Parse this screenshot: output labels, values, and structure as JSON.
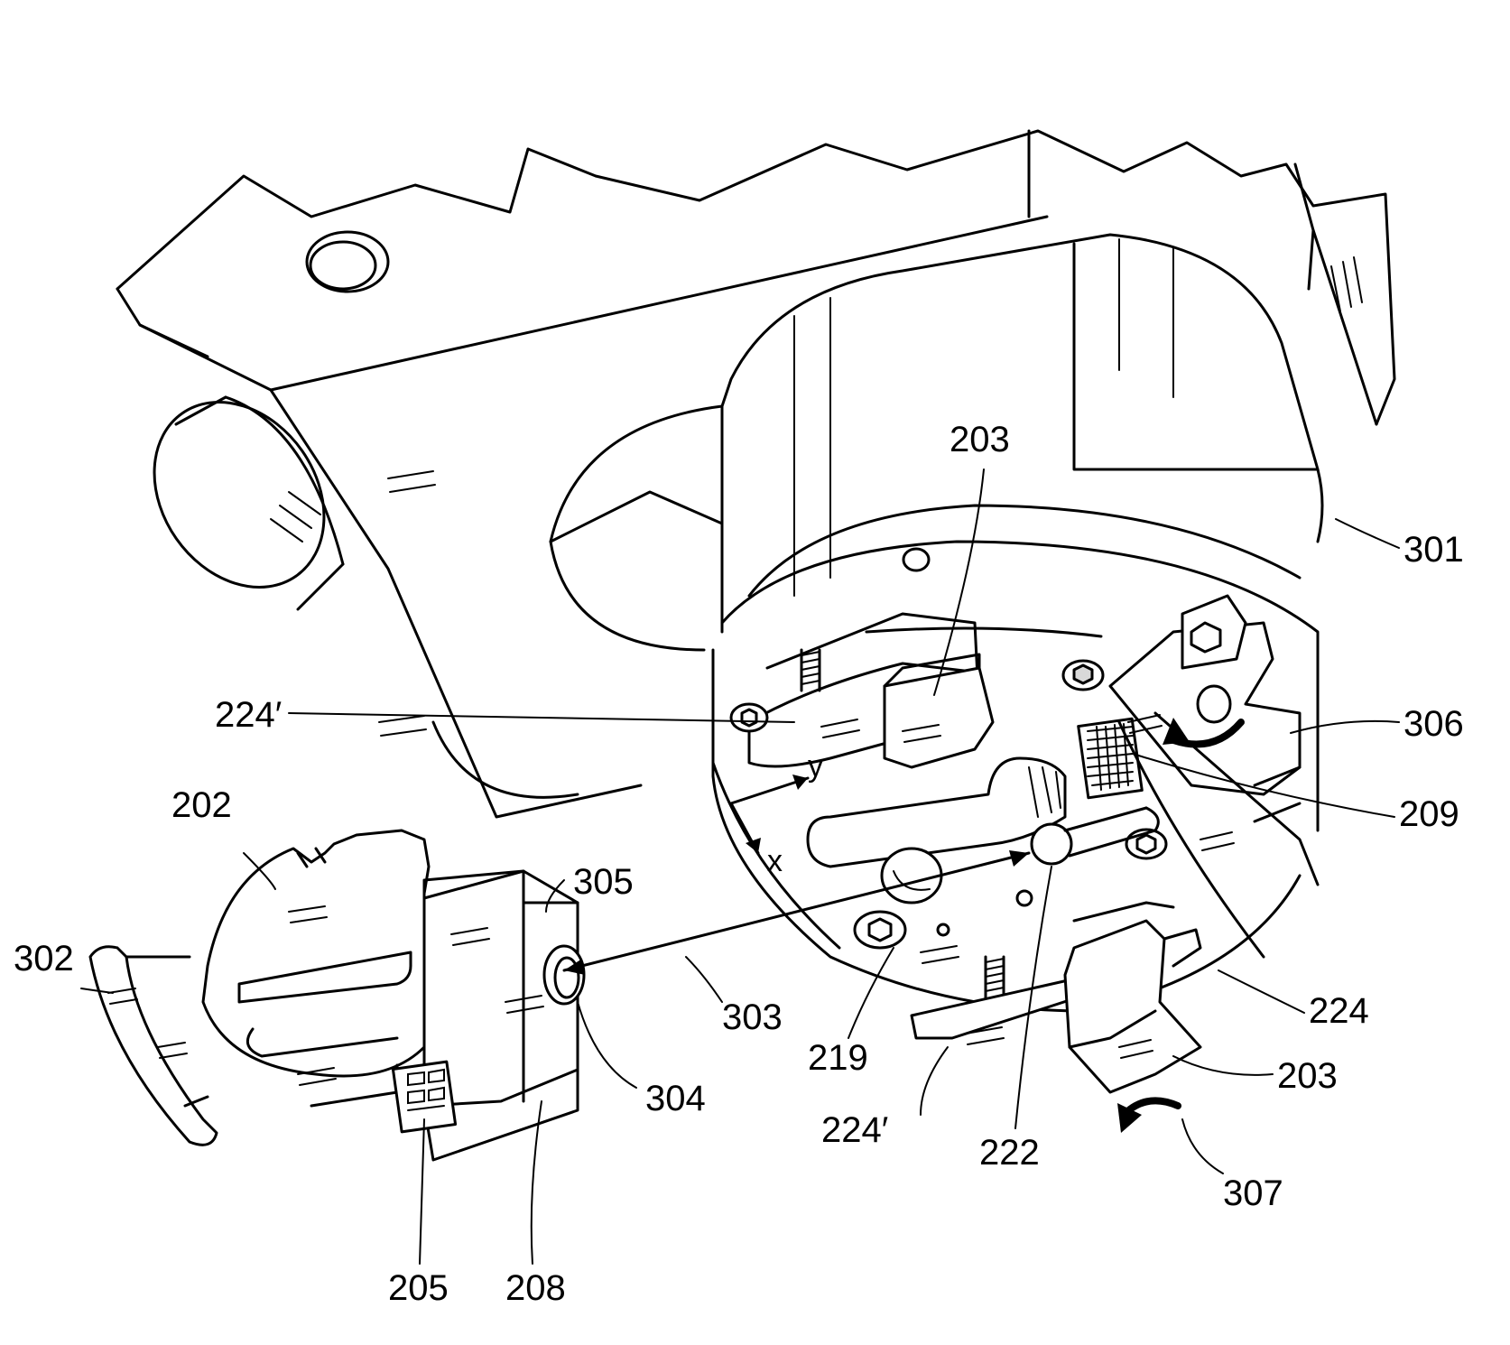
{
  "labels": {
    "l203_top": "203",
    "l301": "301",
    "l224p_top": "224′",
    "l306": "306",
    "l209": "209",
    "l202": "202",
    "l305": "305",
    "l302": "302",
    "l303": "303",
    "l304": "304",
    "l224": "224",
    "l219": "219",
    "l203_bot": "203",
    "l224p_bot": "224′",
    "l222": "222",
    "l307": "307",
    "l205": "205",
    "l208": "208"
  },
  "axes": {
    "x": "x",
    "y": "y"
  }
}
